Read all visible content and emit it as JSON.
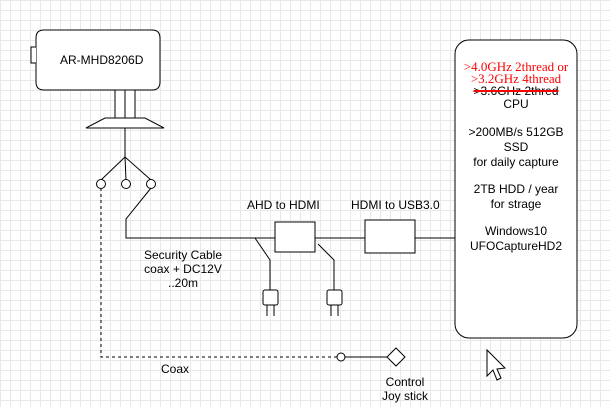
{
  "camera": {
    "model": "AR-MHD8206D"
  },
  "converters": {
    "ahd_to_hdmi": "AHD to HDMI",
    "hdmi_to_usb": "HDMI to USB3.0"
  },
  "cable": {
    "line1": "Security Cable",
    "line2": "coax + DC12V",
    "line3": "..20m"
  },
  "coax": {
    "label": "Coax"
  },
  "joystick": {
    "line1": "Control",
    "line2": "Joy stick"
  },
  "pc": {
    "cpu_red_1": ">4.0GHz 2thread or",
    "cpu_red_2": ">3.2GHz 4thread",
    "cpu_struck": ">3.6GHz 2thred",
    "cpu": "CPU",
    "ssd_1": ">200MB/s 512GB",
    "ssd_2": "SSD",
    "ssd_3": "for daily capture",
    "hdd_1": "2TB HDD / year",
    "hdd_2": "for strage",
    "os": "Windows10",
    "software": "UFOCaptureHD2"
  },
  "colors": {
    "stroke": "#000000",
    "annotation": "#ff0000",
    "grid": "#e8e8e8"
  }
}
